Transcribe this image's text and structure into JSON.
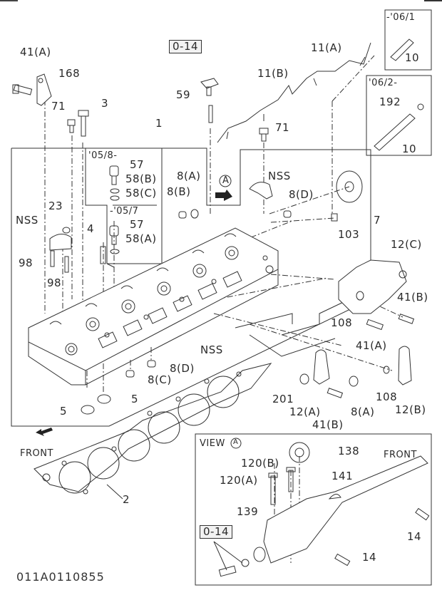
{
  "diagram": {
    "type": "exploded parts diagram",
    "subject": "Cylinder head assembly",
    "drawing_code": "011A0110855",
    "callouts": {
      "41A_top": "41(A)",
      "168": "168",
      "71_left": "71",
      "3": "3",
      "0-14_top": "0-14",
      "59": "59",
      "1": "1",
      "11B": "11(B)",
      "11A": "11(A)",
      "71_right": "71",
      "view_a_marker": "A",
      "nss_rocker": "NSS",
      "8A_top": "8(A)",
      "8B": "8(B)",
      "8D_top": "8(D)",
      "7": "7",
      "103": "103",
      "23": "23",
      "nss_left": "NSS",
      "98_a": "98",
      "98_b": "98",
      "4": "4",
      "12C": "12(C)",
      "41B_right": "41(B)",
      "108_upper": "108",
      "41A_mid": "41(A)",
      "nss_block": "NSS",
      "8D_low": "8(D)",
      "8C": "8(C)",
      "5_right": "5",
      "5_left": "5",
      "201": "201",
      "12A": "12(A)",
      "41B_low": "41(B)",
      "8A_low": "8(A)",
      "108_low": "108",
      "12B": "12(B)",
      "2": "2",
      "front_left": "FRONT"
    },
    "inset_0508": {
      "heading": "'05/8-",
      "items": [
        "57",
        "58(B)",
        "58(C)"
      ]
    },
    "inset_0507": {
      "heading": "-'05/7",
      "items": [
        "57",
        "58(A)"
      ]
    },
    "inset_0601": {
      "heading": "-'06/1",
      "items": [
        "10"
      ]
    },
    "inset_0602": {
      "heading": "'06/2-",
      "items": [
        "192",
        "10"
      ]
    },
    "view_a": {
      "heading": "VIEW",
      "marker": "A",
      "front_label": "FRONT",
      "callouts": {
        "138": "138",
        "120B": "120(B)",
        "120A": "120(A)",
        "141": "141",
        "139": "139",
        "0-14": "0-14",
        "14_right": "14",
        "14_low": "14"
      }
    }
  }
}
